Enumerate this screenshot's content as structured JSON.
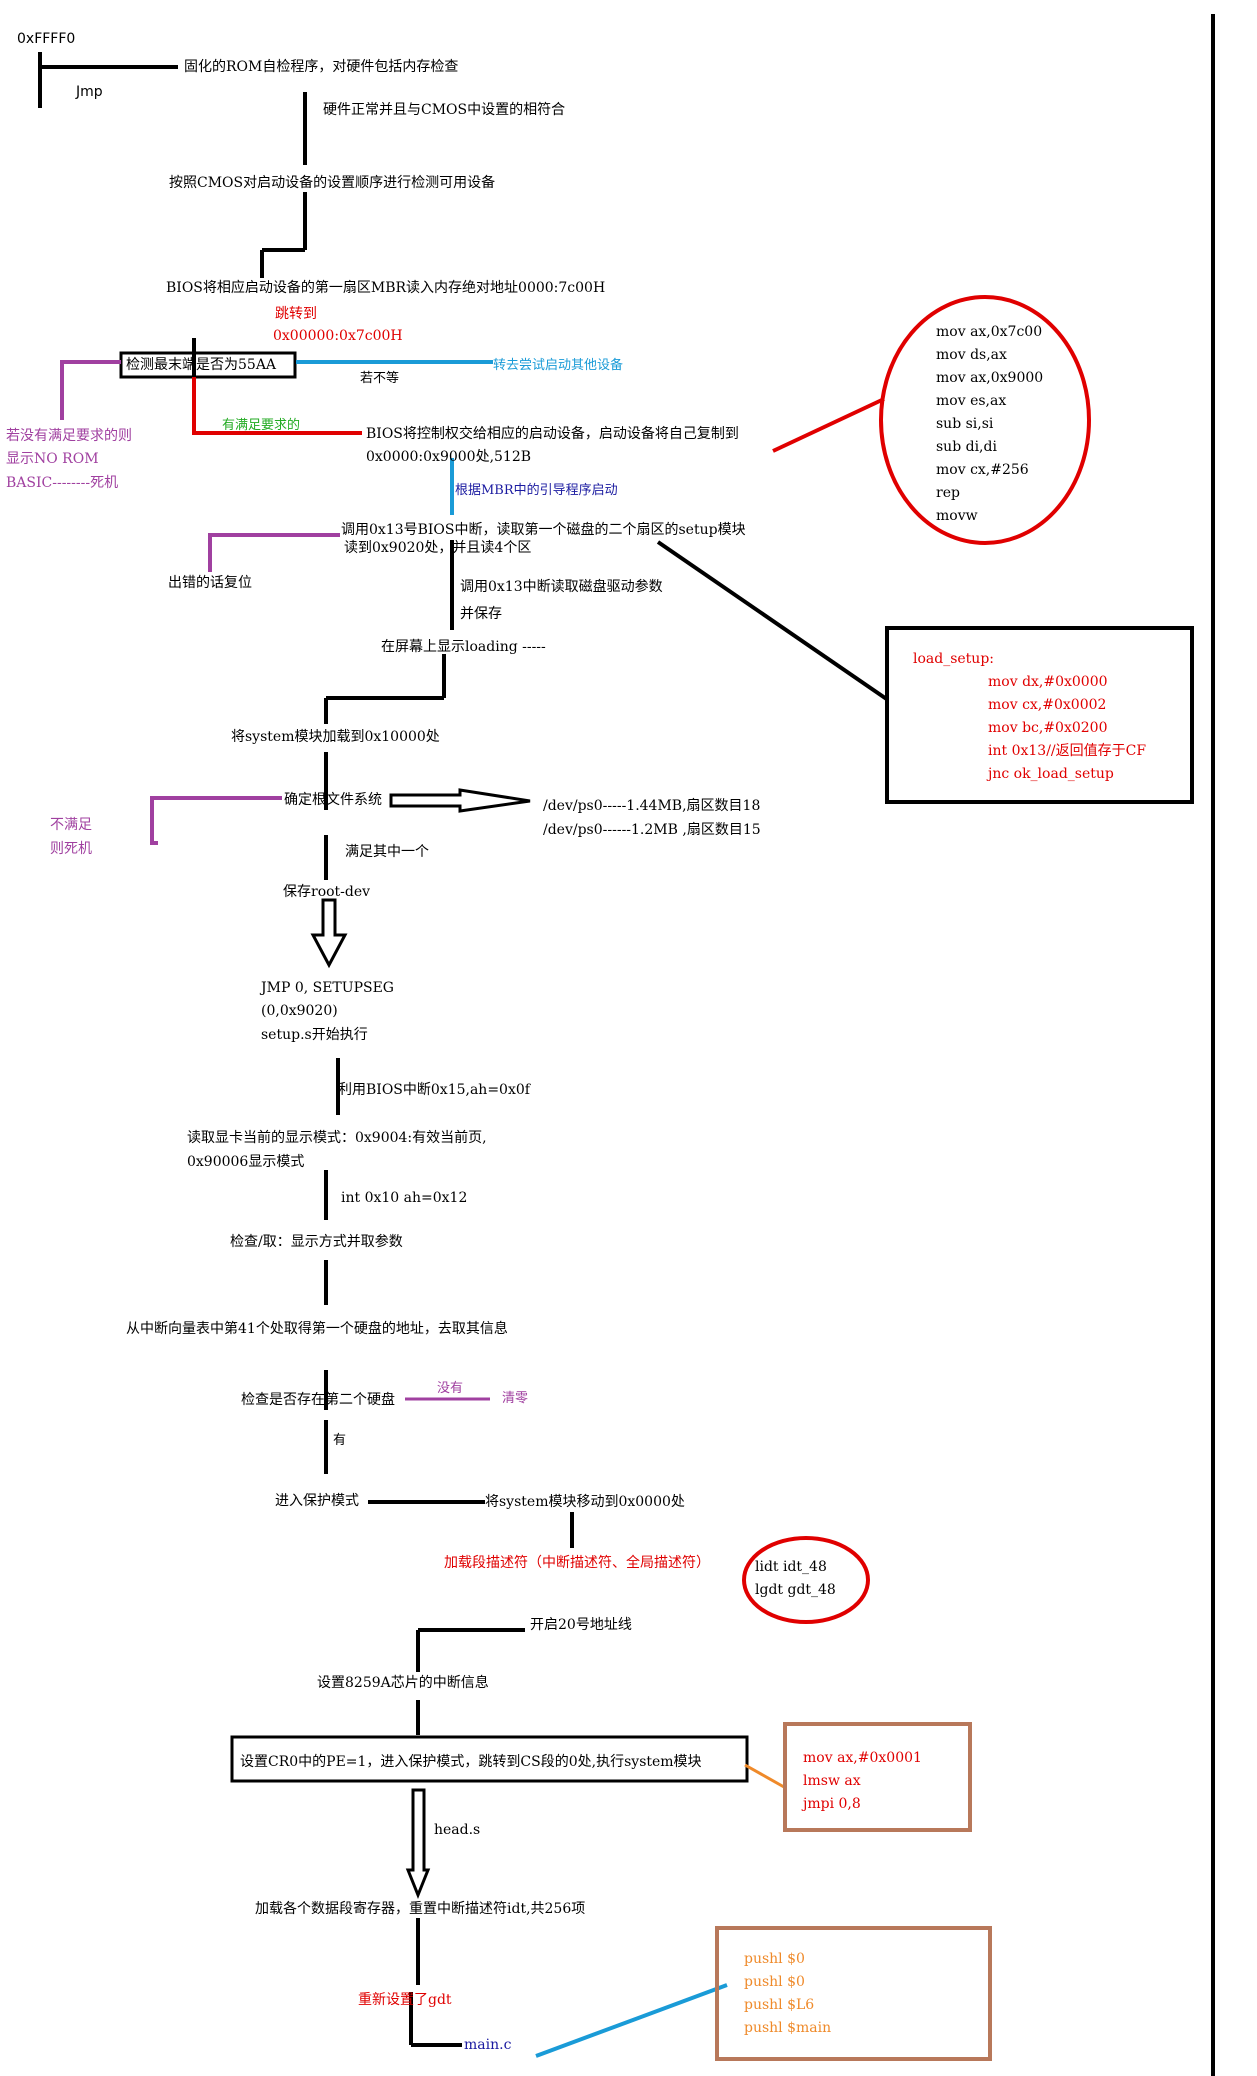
{
  "top": {
    "addr": "0xFFFF0",
    "jmp": "Jmp",
    "rom_check": "固化的ROM自检程序，对硬件包括内存检查",
    "cmos_match": "硬件正常并且与CMOS中设置的相符合",
    "detect": "按照CMOS对启动设备的设置顺序进行检测可用设备",
    "read_mbr": "BIOS将相应启动设备的第一扇区MBR读入内存绝对地址0000:7c00H",
    "jump_to": "跳转到",
    "jump_addr": "0x00000:0x7c00H",
    "check_55aa": "检测最末端是否为55AA",
    "try_other": "转去尝试启动其他设备",
    "not_equal": "若不等",
    "no_match_1": "若没有满足要求的则",
    "no_match_2": "显示NO ROM",
    "no_match_3": "BASIC--------死机",
    "has_match": "有满足要求的",
    "bios_transfer_1": "BIOS将控制权交给相应的启动设备，启动设备将自己复制到",
    "bios_transfer_2": "0x0000:0x9000处,512B",
    "mbr_boot": "根据MBR中的引导程序启动",
    "int13_1": "调用0x13号BIOS中断，读取第一个磁盘的二个扇区的setup模块",
    "int13_2": "读到0x9020处，并且读4个区",
    "error_reset": "出错的话复位",
    "disk_param_1": "调用0x13中断读取磁盘驱动参数",
    "disk_param_2": "并保存",
    "loading": "在屏幕上显示loading -----",
    "load_system": "将system模块加载到0x10000处",
    "root_fs": "确定根文件系统",
    "dev1": "/dev/ps0-----1.44MB,扇区数目18",
    "dev2": "/dev/ps0------1.2MB ,扇区数目15",
    "not_ok_1": "不满足",
    "not_ok_2": "则死机",
    "satisfy_one": "满足其中一个",
    "save_root": "保存root-dev"
  },
  "asm_circle": [
    "mov   ax,0x7c00",
    "mov   ds,ax",
    "mov   ax,0x9000",
    "mov   es,ax",
    "sub    si,si",
    "sub    di,di",
    "mov cx,#256",
    "rep",
    "movw"
  ],
  "load_setup_box": {
    "label": "load_setup:",
    "lines": [
      "mov     dx,#0x0000",
      "mov     cx,#0x0002",
      "mov     bc,#0x0200",
      "int 0x13//返回值存于CF",
      "jnc  ok_load_setup"
    ]
  },
  "middle": {
    "jmp_setup": "JMP     0,    SETUPSEG",
    "jmp_setup_2": "(0,0x9020)",
    "setup_start": "setup.s开始执行",
    "int15": "利用BIOS中断0x15,ah=0x0f",
    "read_display_1": "读取显卡当前的显示模式：0x9004:有效当前页,",
    "read_display_2": "0x90006显示模式",
    "int10": "int 0x10 ah=0x12",
    "check_display": "检查/取：显示方式并取参数",
    "int41": "从中断向量表中第41个处取得第一个硬盘的地址，去取其信息",
    "check_disk2": "检查是否存在第二个硬盘",
    "none": "没有",
    "clear": "清零",
    "has": "有",
    "enter_protected": "进入保护模式",
    "move_system": "将system模块移动到0x0000处",
    "load_desc": "加载段描述符（中断描述符、全局描述符）",
    "a20": "开启20号地址线",
    "pic_8259": "设置8259A芯片的中断信息",
    "cr0": "设置CR0中的PE=1，进入保护模式，跳转到CS段的0处,执行system模块",
    "head_s": "head.s",
    "load_seg": "加载各个数据段寄存器，重置中断描述符idt,共256项",
    "reset_gdt": "重新设置了gdt",
    "main_c": "main.c"
  },
  "idt_circle": [
    "lidt    idt_48",
    "lgdt   gdt_48"
  ],
  "lmsw_box": [
    "mov ax,#0x0001",
    "lmsw  ax",
    "jmpi 0,8"
  ],
  "push_box": [
    "pushl $0",
    "pushl $0",
    "pushl $L6",
    "pushl $main"
  ],
  "colors": {
    "red": "#e00000",
    "blue": "#1a9bd7",
    "purple": "#a040a0",
    "green": "#22aa22",
    "orange": "#ef8a2a",
    "brown": "#b8785a"
  }
}
